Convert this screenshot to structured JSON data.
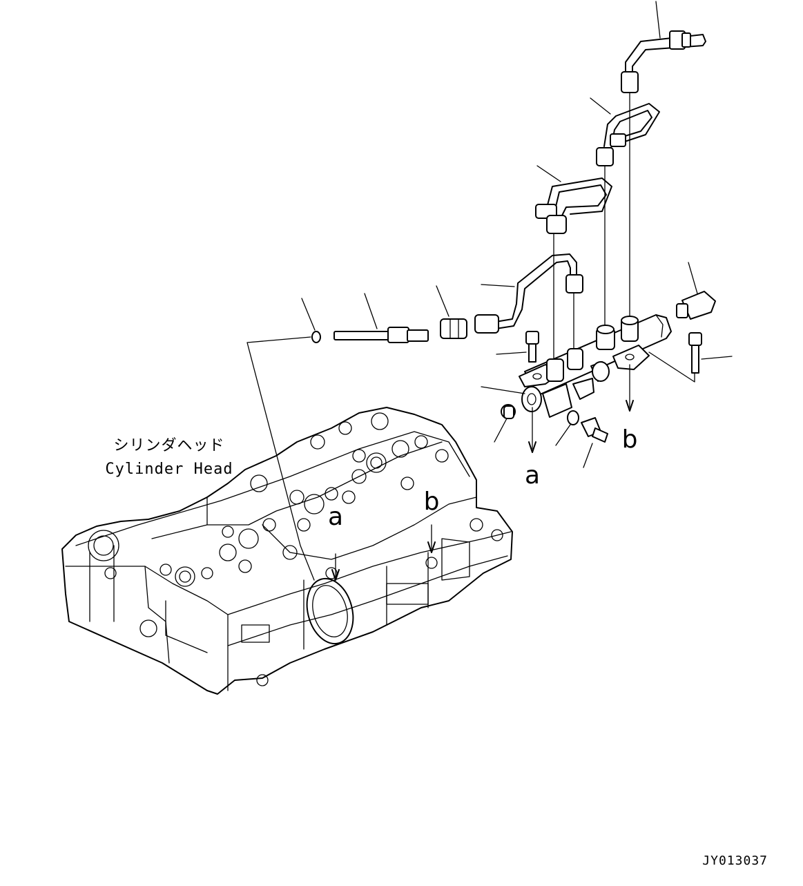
{
  "labels": {
    "head_jp": "シリンダヘッド",
    "head_en": "Cylinder Head"
  },
  "refs": {
    "a_rail": "a",
    "b_rail": "b",
    "a_head": "a",
    "b_head": "b"
  },
  "drawing_code": "JY013037"
}
